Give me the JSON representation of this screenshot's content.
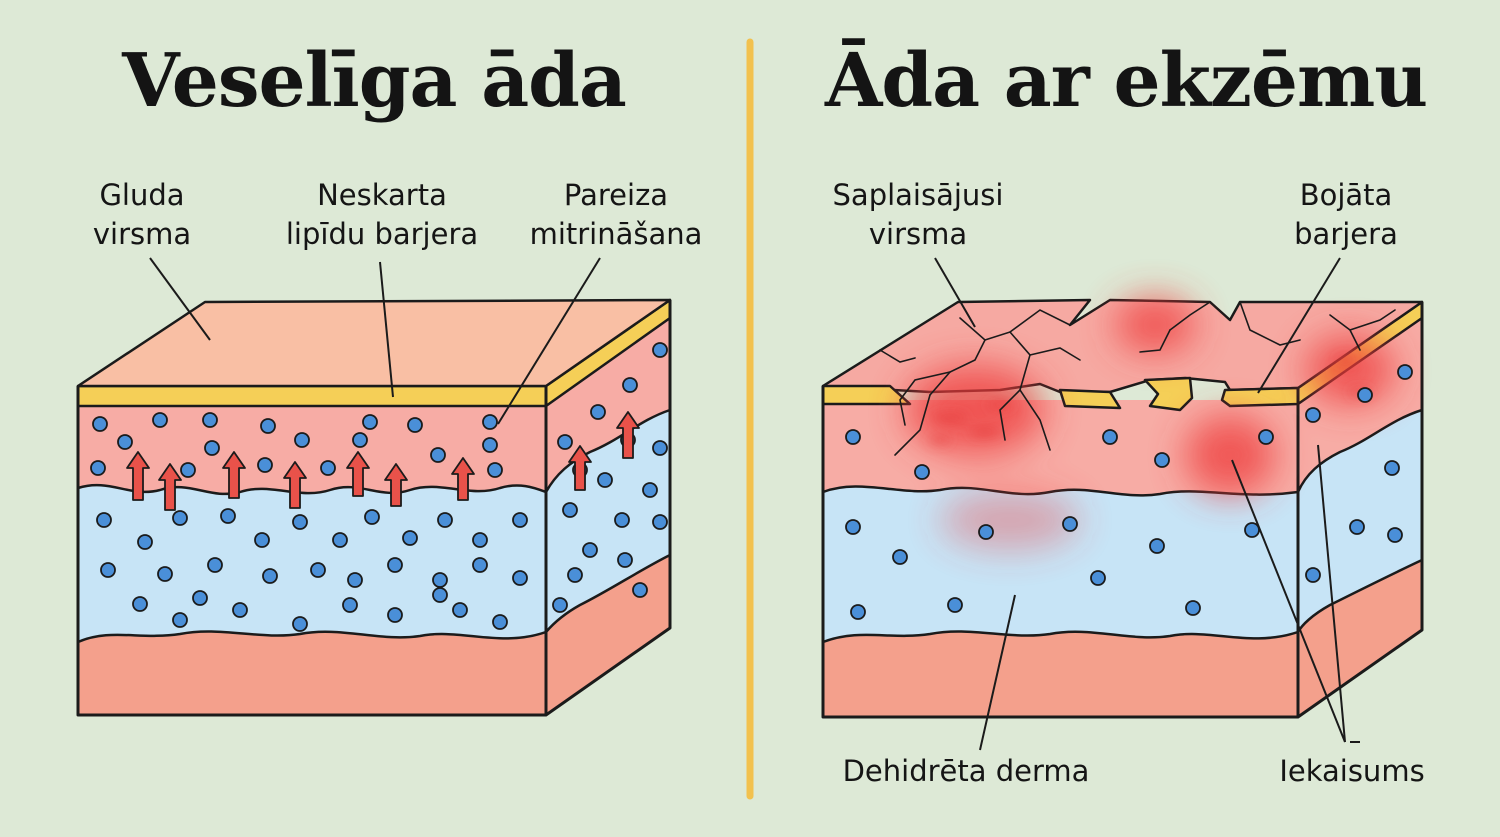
{
  "colors": {
    "background": "#dde9d6",
    "divider": "#f2c14e",
    "outline": "#1b1b1b",
    "epidermis": "#f7aca5",
    "surface": "#f9bfa4",
    "barrier": "#f5cf57",
    "dermis": "#c7e4f6",
    "subcutis": "#f4a08c",
    "water_dot": "#4a8fd8",
    "moisture_arrow": "#e9524a",
    "inflammation": "#ee3b3b"
  },
  "icons": [
    "water-droplet-icon",
    "moisture-up-arrow-icon"
  ],
  "healthy": {
    "title": "Veselīga āda",
    "labels": {
      "smooth_surface": "Gluda\nvirsma",
      "lipid_barrier": "Neskarta\nlipīdu barjera",
      "hydration": "Pareiza\nmitrināšana"
    }
  },
  "eczema": {
    "title": "Āda ar ekzēmu",
    "labels": {
      "cracked_surface": "Saplaisājusi\nvirsma",
      "damaged_barrier": "Bojāta\nbarjera",
      "dehydrated_dermis": "Dehidrēta derma",
      "inflammation": "Iekaisums"
    }
  }
}
